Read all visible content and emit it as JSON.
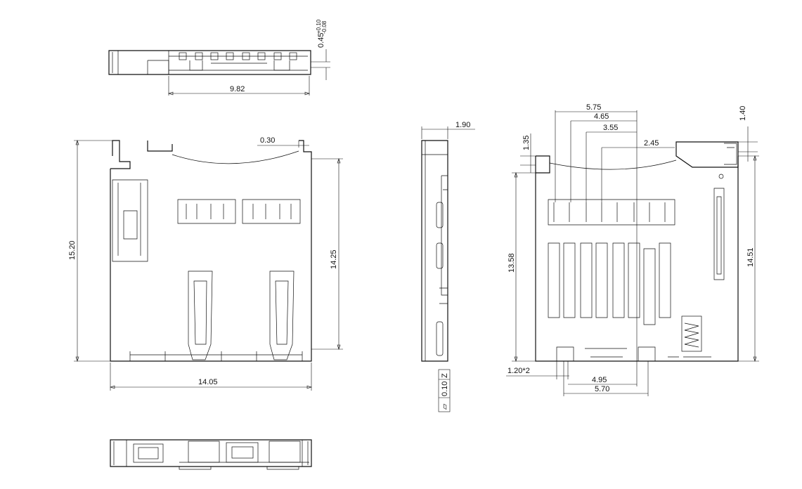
{
  "views": {
    "top": {
      "height_dim": "0.45",
      "height_tol_plus": "+0.10",
      "height_tol_minus": "-0.08",
      "width_dim": "9.82"
    },
    "main": {
      "width_dim": "14.05",
      "height_dim": "15.20",
      "inner_height_dim": "14.25",
      "gap_dim": "0.30"
    },
    "side": {
      "thickness_dim": "1.90",
      "flatness_symbol": "⏥",
      "flatness_value": "0.10",
      "flatness_datum": "Z"
    },
    "footprint": {
      "pitch_dims": [
        "5.75",
        "4.65",
        "3.55",
        "2.45"
      ],
      "offset_left": "1.35",
      "offset_right": "1.40",
      "height_left": "13.58",
      "height_right": "14.51",
      "pad_width": "1.20*2",
      "pad_span_inner": "4.95",
      "pad_span_outer": "5.70"
    }
  },
  "colors": {
    "line": "#111111",
    "background": "#ffffff"
  }
}
